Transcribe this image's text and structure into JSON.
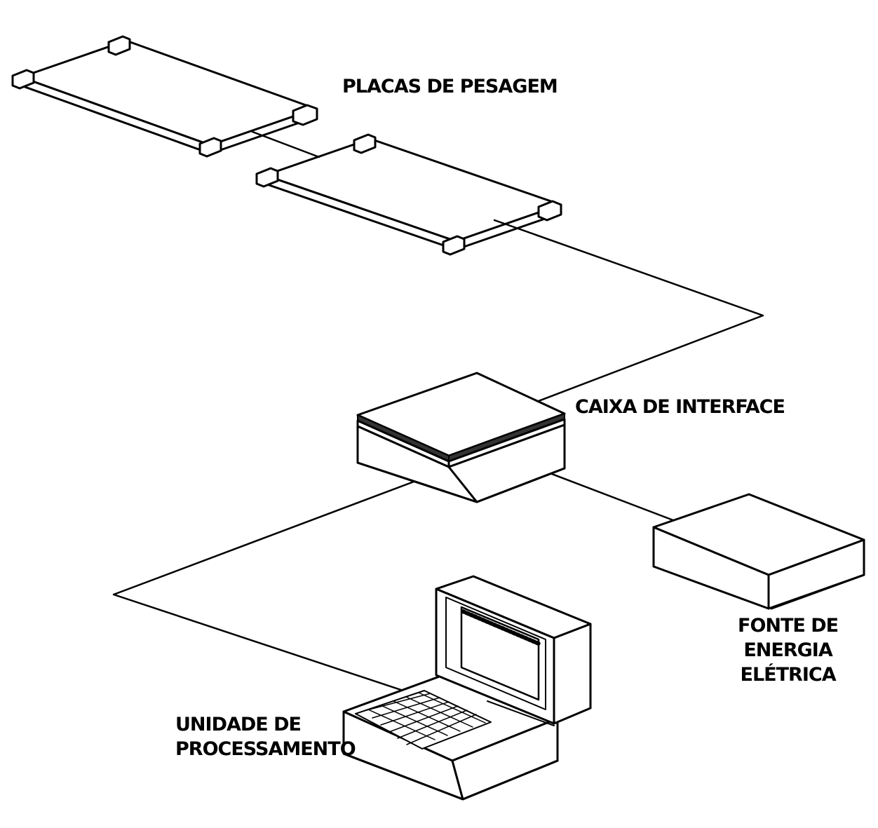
{
  "labels": {
    "weighing_plates": "PLACAS DE PESAGEM",
    "interface_box": "CAIXA DE INTERFACE",
    "power_source": [
      "FONTE DE",
      "ENERGIA",
      "ELÉTRICA"
    ],
    "processing_unit": [
      "UNIDADE DE",
      "PROCESSAMENTO"
    ]
  },
  "colors": {
    "line": "#000000",
    "background": "#ffffff"
  }
}
